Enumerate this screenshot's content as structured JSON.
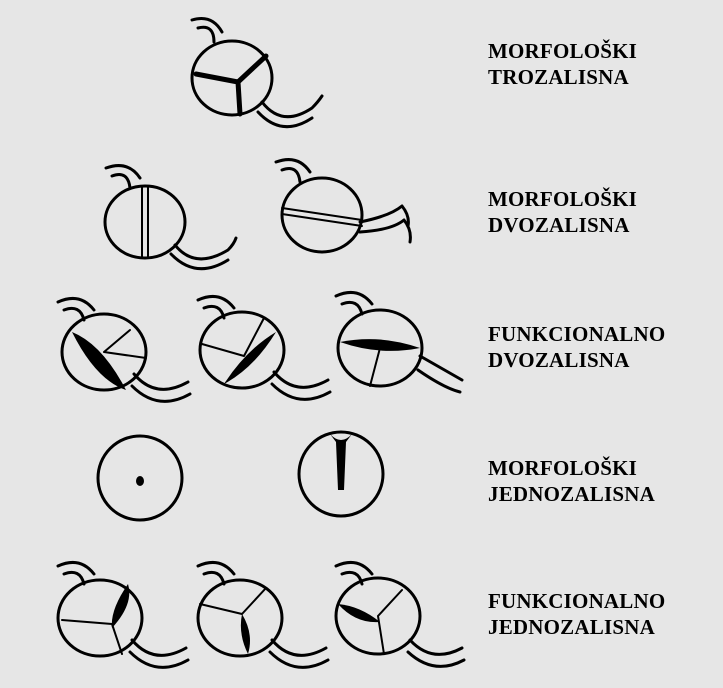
{
  "rows": [
    {
      "id": "row-1",
      "line1": "MORFOLOŠKI",
      "line2": "TROZALISNA"
    },
    {
      "id": "row-2",
      "line1": "MORFOLOŠKI",
      "line2": "DVOZALISNA"
    },
    {
      "id": "row-3",
      "line1": "FUNKCIONALNO",
      "line2": "DVOZALISNA"
    },
    {
      "id": "row-4",
      "line1": "MORFOLOŠKI",
      "line2": "JEDNOZALISNA"
    },
    {
      "id": "row-5",
      "line1": "FUNKCIONALNO",
      "line2": "JEDNOZALISNA"
    }
  ]
}
